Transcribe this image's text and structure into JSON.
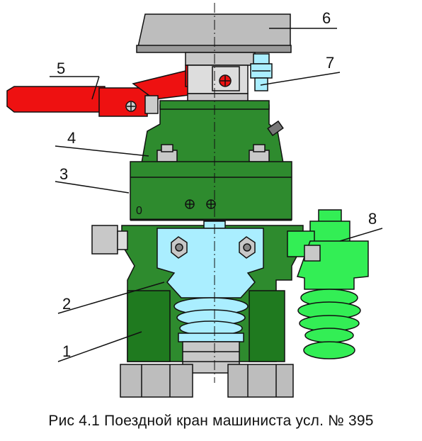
{
  "figure": {
    "caption": "Рис 4.1 Поездной кран машиниста усл. № 395",
    "callouts": [
      "1",
      "2",
      "3",
      "4",
      "5",
      "6",
      "7",
      "8"
    ],
    "body_marking": "0"
  },
  "colors": {
    "body_green": "#2e8b2e",
    "dark_green": "#1a5c1a",
    "bright_green": "#33ee55",
    "light_cyan": "#aaeeff",
    "red_handle": "#ee1111",
    "grey_cap": "#b8b8b8",
    "outline": "#111111"
  }
}
